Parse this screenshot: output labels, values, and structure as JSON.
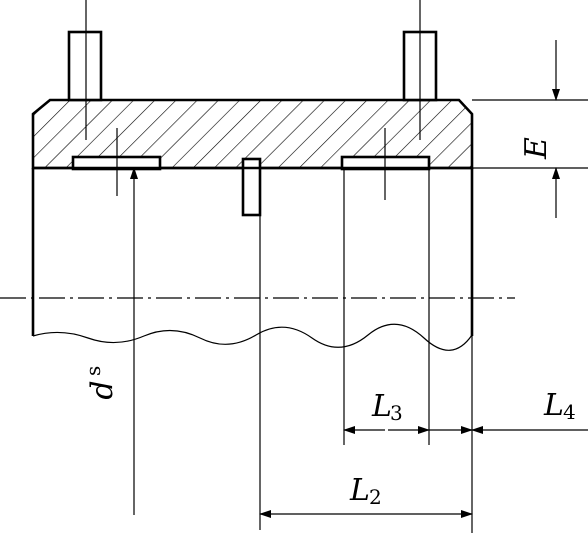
{
  "labels": {
    "ds": {
      "main": "d",
      "sub": "s"
    },
    "e": "E",
    "l2": {
      "main": "L",
      "sub": "2"
    },
    "l3": {
      "main": "L",
      "sub": "3"
    },
    "l4": {
      "main": "L",
      "sub": "4"
    }
  }
}
